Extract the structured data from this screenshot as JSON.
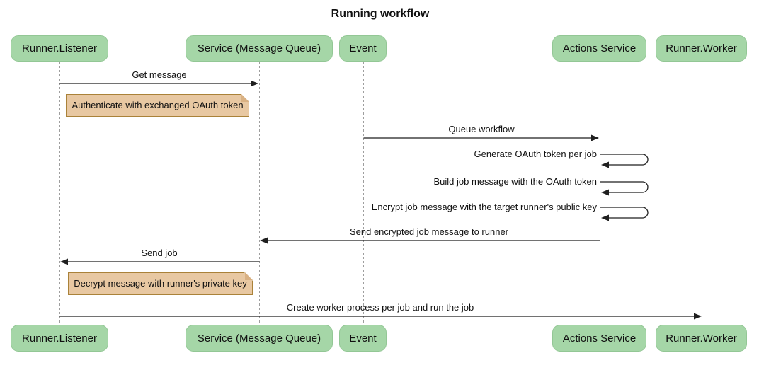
{
  "title": "Running workflow",
  "diagram_type": "sequence",
  "colors": {
    "actor_fill": "#a5d6a7",
    "actor_border": "#93c795",
    "note_fill": "#e8c8a2",
    "note_border": "#aa8239",
    "line": "#1f1f1f",
    "lifeline": "#9e9e9e",
    "background": "#ffffff",
    "text": "#111111"
  },
  "participants": [
    {
      "label": "Runner.Listener"
    },
    {
      "label": "Service (Message Queue)"
    },
    {
      "label": "Event"
    },
    {
      "label": "Actions Service"
    },
    {
      "label": "Runner.Worker"
    }
  ],
  "messages": [
    {
      "label": "Get message",
      "from": "Runner.Listener",
      "to": "Service (Message Queue)",
      "type": "arrow"
    },
    {
      "label": "Queue workflow",
      "from": "Event",
      "to": "Actions Service",
      "type": "arrow"
    },
    {
      "label": "Generate OAuth token per job",
      "from": "Actions Service",
      "to": "Actions Service",
      "type": "self-loop"
    },
    {
      "label": "Build job message with the OAuth token",
      "from": "Actions Service",
      "to": "Actions Service",
      "type": "self-loop"
    },
    {
      "label": "Encrypt job message with the target runner's public key",
      "from": "Actions Service",
      "to": "Actions Service",
      "type": "self-loop"
    },
    {
      "label": "Send encrypted job message to runner",
      "from": "Actions Service",
      "to": "Service (Message Queue)",
      "type": "arrow"
    },
    {
      "label": "Send job",
      "from": "Service (Message Queue)",
      "to": "Runner.Listener",
      "type": "arrow"
    },
    {
      "label": "Create worker process per job and run the job",
      "from": "Runner.Listener",
      "to": "Runner.Worker",
      "type": "arrow"
    }
  ],
  "notes": [
    {
      "text": "Authenticate with exchanged OAuth token",
      "anchor": "Runner.Listener"
    },
    {
      "text": "Decrypt message with runner's private key",
      "anchor": "Runner.Listener"
    }
  ]
}
